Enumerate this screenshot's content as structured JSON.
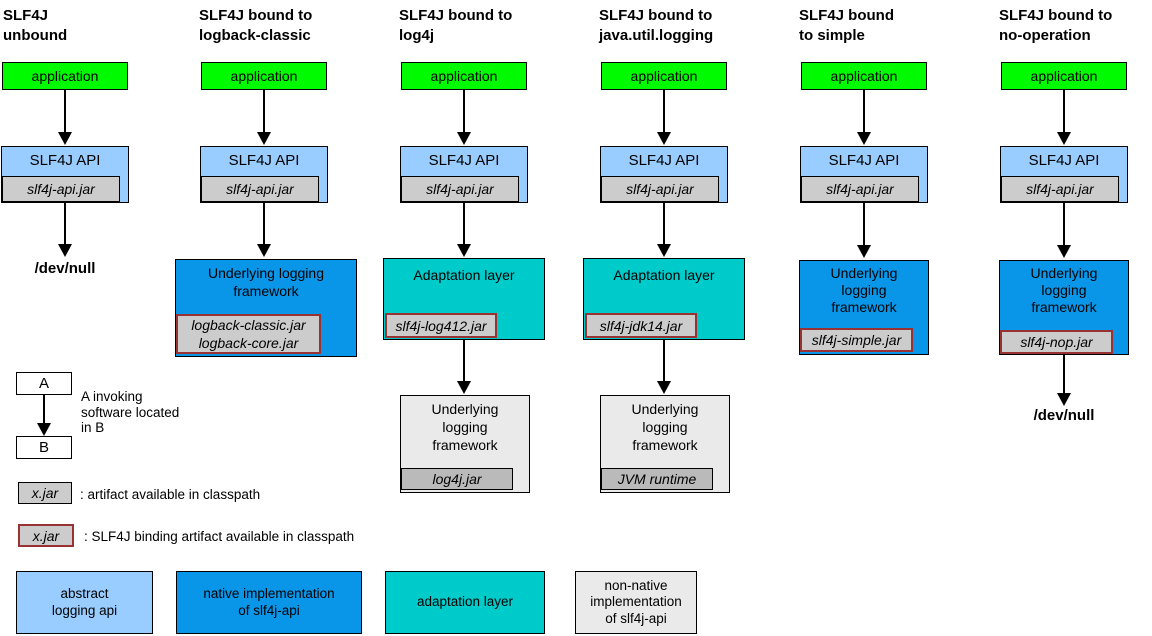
{
  "columns": [
    {
      "title": "SLF4J\nunbound",
      "app": "application",
      "api": "SLF4J API",
      "api_jar": "slf4j-api.jar",
      "sink": "/dev/null"
    },
    {
      "title": "SLF4J bound to\nlogback-classic",
      "app": "application",
      "api": "SLF4J API",
      "api_jar": "slf4j-api.jar",
      "framework": "Underlying logging\nframework",
      "framework_jar": "logback-classic.jar\nlogback-core.jar"
    },
    {
      "title": "SLF4J bound to\nlog4j",
      "app": "application",
      "api": "SLF4J API",
      "api_jar": "slf4j-api.jar",
      "adaptation": "Adaptation layer",
      "adaptation_jar": "slf4j-log412.jar",
      "framework": "Underlying\nlogging\nframework",
      "framework_jar": "log4j.jar"
    },
    {
      "title": "SLF4J bound to\njava.util.logging",
      "app": "application",
      "api": "SLF4J API",
      "api_jar": "slf4j-api.jar",
      "adaptation": "Adaptation layer",
      "adaptation_jar": "slf4j-jdk14.jar",
      "framework": "Underlying\nlogging\nframework",
      "framework_jar": "JVM runtime"
    },
    {
      "title": "SLF4J bound\nto simple",
      "app": "application",
      "api": "SLF4J API",
      "api_jar": "slf4j-api.jar",
      "framework": "Underlying\nlogging\nframework",
      "framework_jar": "slf4j-simple.jar"
    },
    {
      "title": "SLF4J bound to\nno-operation",
      "app": "application",
      "api": "SLF4J API",
      "api_jar": "slf4j-api.jar",
      "framework": "Underlying\nlogging\nframework",
      "framework_jar": "slf4j-nop.jar",
      "sink": "/dev/null"
    }
  ],
  "legend": {
    "a": "A",
    "b": "B",
    "invoking_note": "A invoking\nsoftware located\nin B",
    "xjar": "x.jar",
    "artifact_note": ": artifact available in classpath",
    "binding_note": ": SLF4J binding artifact available in classpath"
  },
  "key": [
    {
      "label": "abstract\nlogging api"
    },
    {
      "label": "native implementation\nof slf4j-api"
    },
    {
      "label": "adaptation layer"
    },
    {
      "label": "non-native\nimplementation\nof slf4j-api"
    }
  ],
  "colors": {
    "application_green": "#00fb00",
    "abstract_api_blue": "#99ccff",
    "native_impl_blue": "#0a96e8",
    "adaptation_teal": "#00cbcb",
    "jar_gray": "#cccccc",
    "runtime_jar_gray": "#bababa",
    "nonnative_gray": "#eaeaea",
    "binding_border_red": "#993333"
  }
}
